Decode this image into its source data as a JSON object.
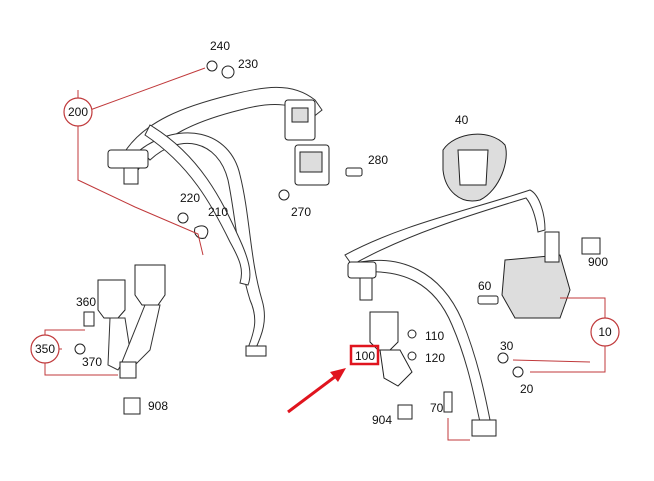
{
  "diagram": {
    "callouts": {
      "c200": "200",
      "c240": "240",
      "c230": "230",
      "c280": "280",
      "c270": "270",
      "c220": "220",
      "c210": "210",
      "c360": "360",
      "c350": "350",
      "c370": "370",
      "c908": "908",
      "c40": "40",
      "c900": "900",
      "c60": "60",
      "c10": "10",
      "c110": "110",
      "c100": "100",
      "c120": "120",
      "c30": "30",
      "c20": "20",
      "c70": "70",
      "c904": "904"
    },
    "highlight_color": "#e0141e",
    "leader_color": "#c0393b"
  }
}
